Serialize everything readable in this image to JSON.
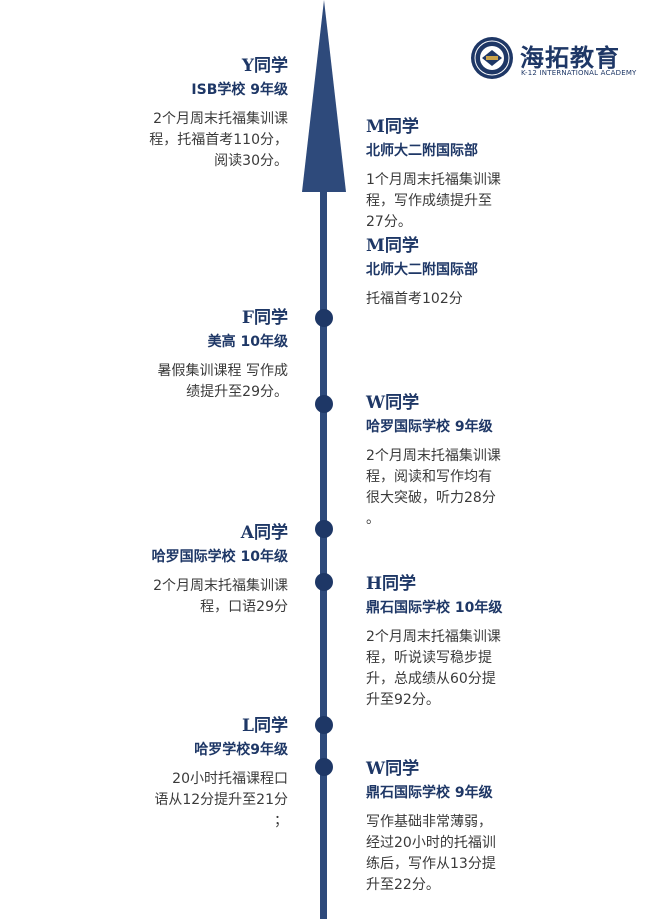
{
  "logo": {
    "name": "海拓教育",
    "subtitle": "K-12 INTERNATIONAL ACADEMY"
  },
  "timeline": {
    "left": [
      {
        "name": "Y同学",
        "school": "ISB学校 9年级",
        "desc": "2个月周末托福集训课\n程，托福首考110分，\n阅读30分。"
      },
      {
        "name": "F同学",
        "school": "美高 10年级",
        "desc": "暑假集训课程 写作成\n绩提升至29分。"
      },
      {
        "name": "A同学",
        "school": "哈罗国际学校 10年级",
        "desc": "2个月周末托福集训课\n程，口语29分"
      },
      {
        "name": "L同学",
        "school": "哈罗学校9年级",
        "desc": "20小时托福课程口\n语从12分提升至21分\n；"
      }
    ],
    "right": [
      {
        "name": "M同学",
        "school": "北师大二附国际部",
        "desc": "1个月周末托福集训课\n程，写作成绩提升至\n27分。"
      },
      {
        "name": "M同学",
        "school": "北师大二附国际部",
        "desc": "托福首考102分"
      },
      {
        "name": "W同学",
        "school": "哈罗国际学校 9年级",
        "desc": "2个月周末托福集训课\n程，阅读和写作均有\n很大突破，听力28分\n。"
      },
      {
        "name": "H同学",
        "school": "鼎石国际学校 10年级",
        "desc": "2个月周末托福集训课\n程，听说读写稳步提\n升，总成绩从60分提\n升至92分。"
      },
      {
        "name": "W同学",
        "school": "鼎石国际学校 9年级",
        "desc": "写作基础非常薄弱，\n经过20小时的托福训\n练后，写作从13分提\n升至22分。"
      }
    ]
  },
  "colors": {
    "primary": "#1e3766",
    "line": "#2e4a7b",
    "text": "#3a3a3a"
  }
}
